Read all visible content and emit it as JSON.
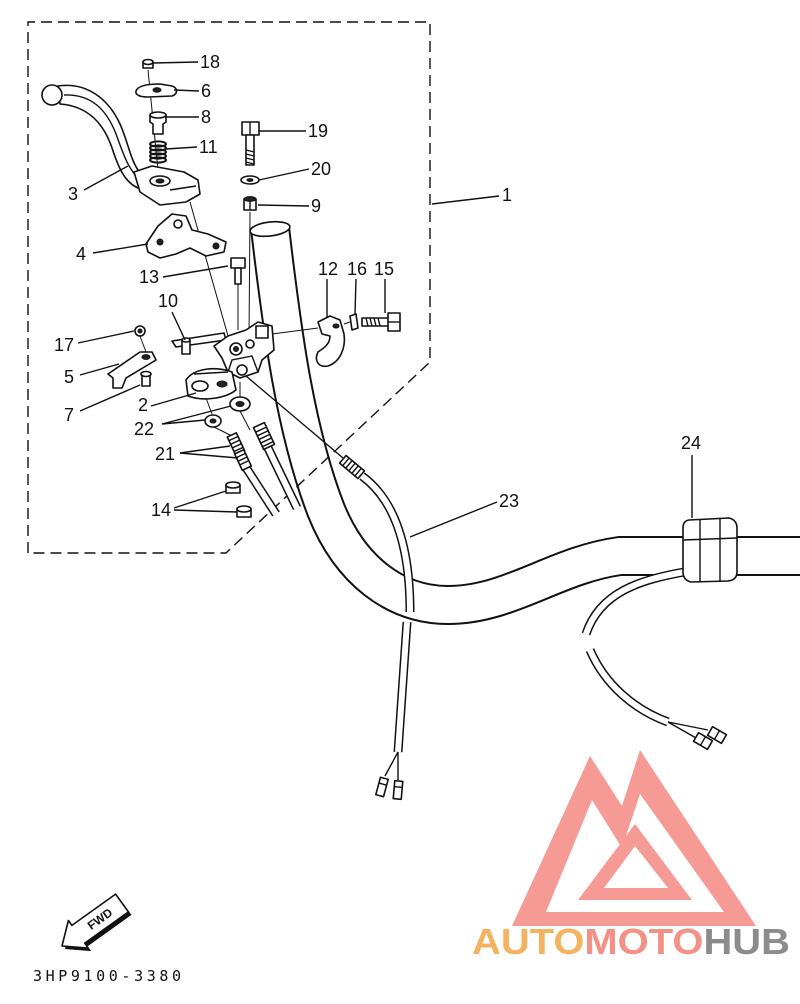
{
  "callouts": [
    "18",
    "6",
    "8",
    "11",
    "3",
    "19",
    "20",
    "9",
    "1",
    "4",
    "13",
    "12",
    "16",
    "15",
    "10",
    "17",
    "5",
    "7",
    "2",
    "22",
    "21",
    "14",
    "23",
    "24"
  ],
  "fwd_label": "FWD",
  "diagram_code": "3HP9100-3380",
  "watermark": {
    "logo_color": "#f59a94",
    "parts": [
      {
        "text": "AUTO",
        "color": "#f6b35f"
      },
      {
        "text": "MOTO",
        "color": "#f39186"
      },
      {
        "text": "HUB",
        "color": "#8c8c8c"
      }
    ]
  },
  "colors": {
    "line": "#111111",
    "background": "#ffffff"
  }
}
